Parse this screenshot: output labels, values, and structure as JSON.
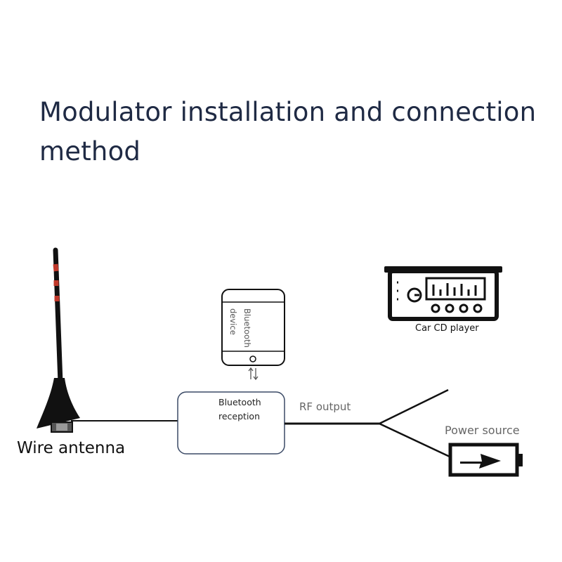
{
  "title": "Modulator installation and connection method",
  "labels": {
    "wire_antenna": "Wire antenna",
    "bluetooth_device": "Bluetooth device",
    "bluetooth_reception": "Bluetooth reception",
    "rf_output": "RF output",
    "power_source": "Power source",
    "car_cd_player": "Car CD player"
  },
  "colors": {
    "title": "#1f2a44",
    "antenna_body": "#111111",
    "antenna_stripe": "#c0392b",
    "gray_text": "#666666"
  },
  "icons": {
    "antenna": "antenna-icon",
    "bluetooth_device": "phone-icon",
    "exchange": "exchange-arrows-icon",
    "cd_player": "car-radio-icon",
    "battery": "battery-bolt-icon"
  }
}
